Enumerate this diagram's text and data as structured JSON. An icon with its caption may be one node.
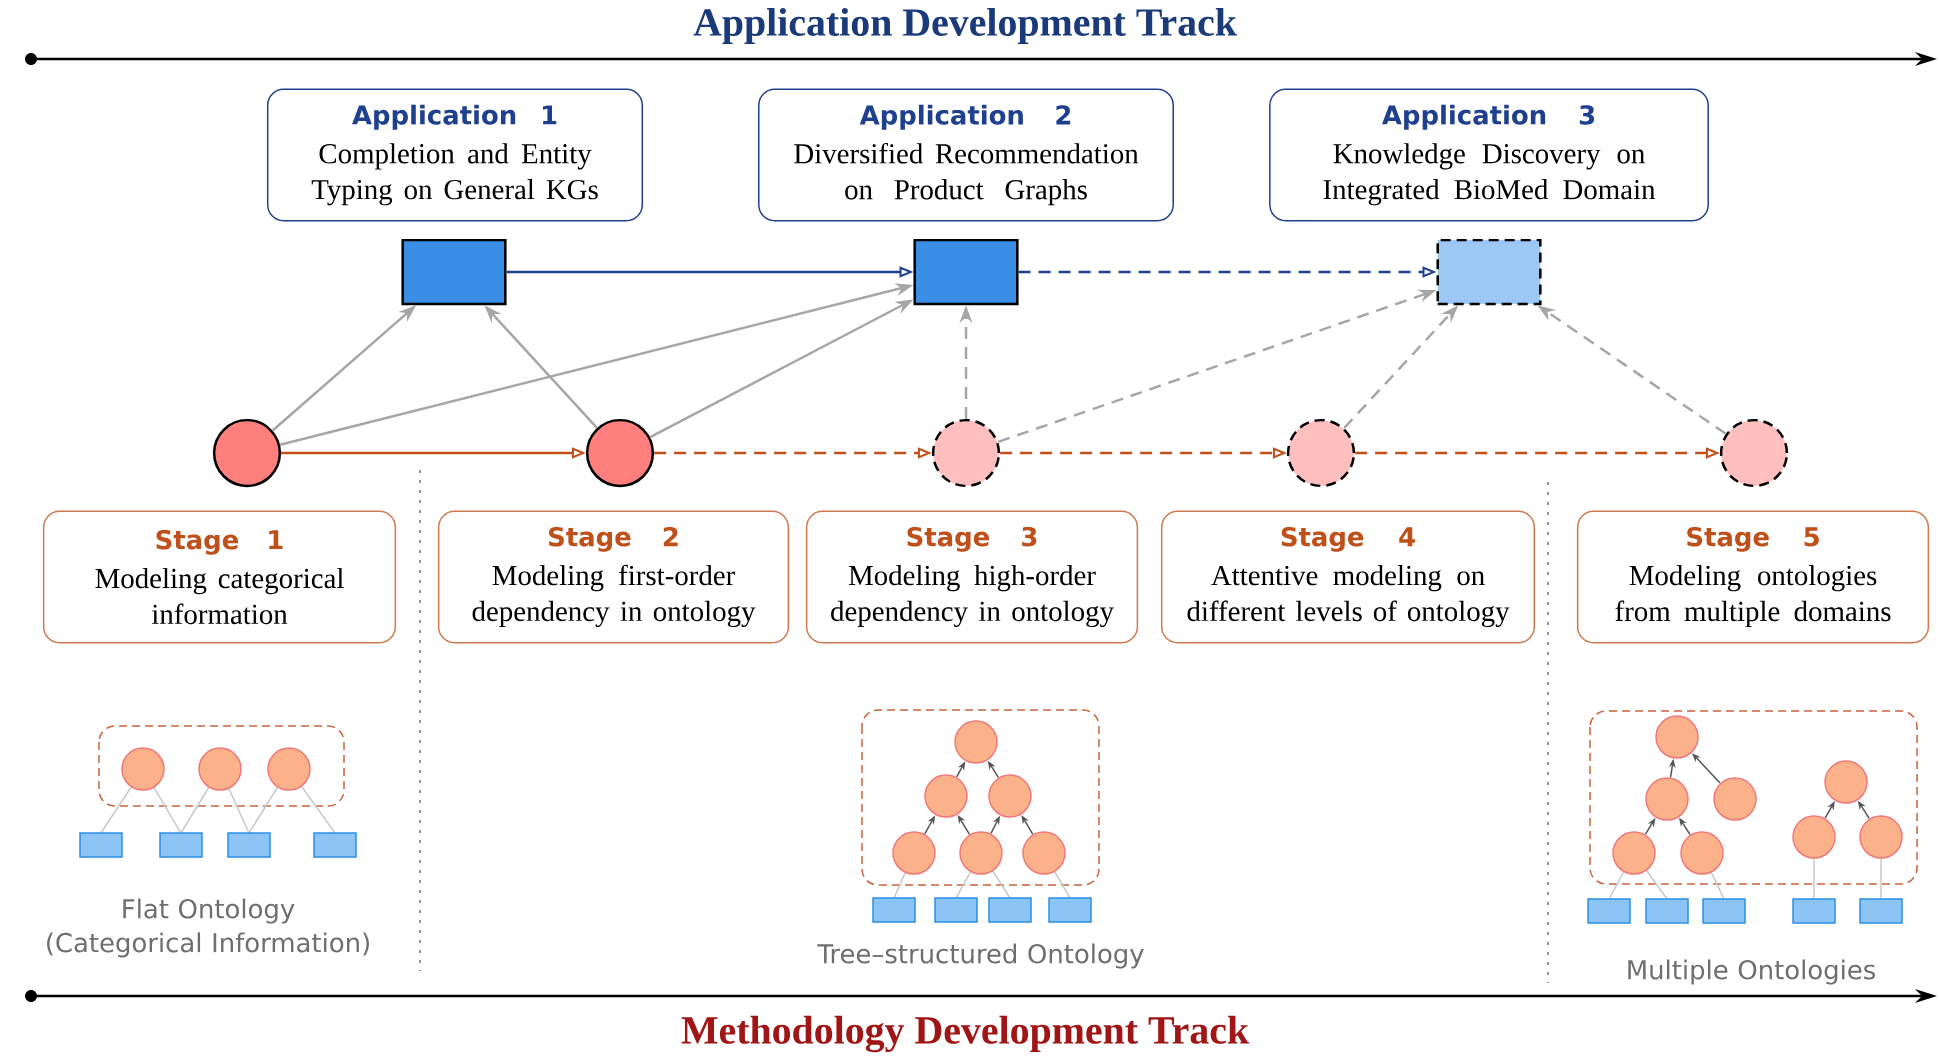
{
  "diagram": {
    "title": "Application Development Track",
    "caption": "Methodology Development Track",
    "nodes": [
      {
        "text": [
          "Application 1",
          "Completion and Entity Typing on General KGs"
        ]
      },
      {
        "text": [
          "Application 2",
          "Diversified Recommendation on Product Graphs"
        ]
      },
      {
        "text": [
          "Application 3",
          "Knowledge Discovery on Integrated BioMed Domain"
        ]
      },
      {
        "text": [],
        "shape": "box"
      },
      {
        "text": [],
        "shape": "box"
      },
      {
        "text": [],
        "shape": "box"
      },
      {
        "text": [],
        "shape": "circle"
      },
      {
        "text": [],
        "shape": "circle"
      },
      {
        "text": [],
        "shape": "circle"
      },
      {
        "text": [],
        "shape": "circle"
      },
      {
        "text": [],
        "shape": "circle"
      },
      {
        "text": [
          "Stage 1",
          "Modeling categorical information"
        ]
      },
      {
        "text": [
          "Stage 2",
          "Modeling first-order dependency in ontology"
        ]
      },
      {
        "text": [
          "Stage 3",
          "Modeling high-order dependency in ontology"
        ]
      },
      {
        "text": [
          "Stage 4",
          "Attentive modeling on different levels of ontology"
        ]
      },
      {
        "text": [
          "Stage 5",
          "Modeling ontologies from multiple domains"
        ]
      }
    ],
    "edges": [
      {
        "from": 3,
        "to": 4,
        "arrow": "to",
        "color": "#1f3f8f"
      },
      {
        "from": 4,
        "to": 5,
        "arrow": "to",
        "style": "dashed",
        "color": "#1f3f8f"
      },
      {
        "from": 6,
        "to": 3,
        "arrow": "to"
      },
      {
        "from": 6,
        "to": 4,
        "arrow": "to"
      },
      {
        "from": 7,
        "to": 3,
        "arrow": "to"
      },
      {
        "from": 7,
        "to": 4,
        "arrow": "to"
      },
      {
        "from": 8,
        "to": 4,
        "arrow": "to",
        "style": "dashed"
      },
      {
        "from": 8,
        "to": 5,
        "arrow": "to",
        "style": "dashed"
      },
      {
        "from": 9,
        "to": 5,
        "arrow": "to",
        "style": "dashed"
      },
      {
        "from": 10,
        "to": 5,
        "arrow": "to",
        "style": "dashed"
      },
      {
        "from": 6,
        "to": 7,
        "arrow": "to",
        "color": "#c0501a"
      },
      {
        "from": 7,
        "to": 8,
        "arrow": "to",
        "style": "dashed",
        "color": "#c0501a"
      },
      {
        "from": 8,
        "to": 9,
        "arrow": "to",
        "style": "dashed",
        "color": "#c0501a"
      },
      {
        "from": 9,
        "to": 10,
        "arrow": "to",
        "style": "dashed",
        "color": "#c0501a"
      }
    ],
    "labels": [
      "Flat Ontology (Categorical Information)",
      "Tree–structured Ontology",
      "Multiple Ontologies"
    ]
  }
}
